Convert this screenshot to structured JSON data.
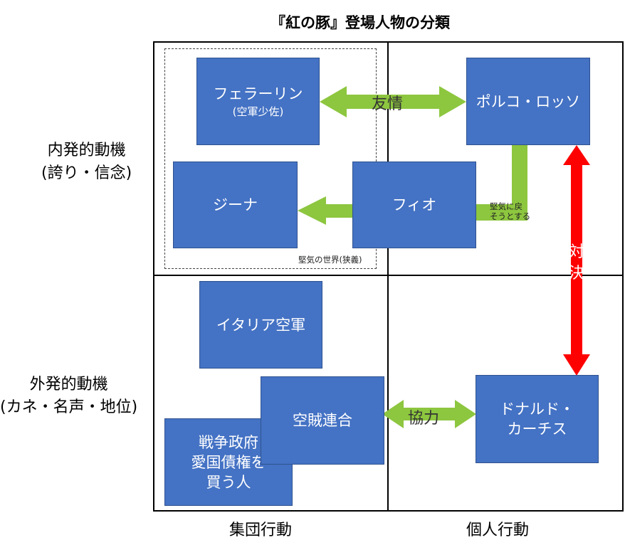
{
  "title": "『紅の豚』登場人物の分類",
  "rows": [
    {
      "line1": "内発的動機",
      "line2": "(誇り・信念)"
    },
    {
      "line1": "外発的動機",
      "line2": "(カネ・名声・地位)"
    }
  ],
  "columns": [
    "集団行動",
    "個人行動"
  ],
  "nodes": {
    "ferrarin": {
      "name": "フェラーリン",
      "sub": "(空軍少佐)"
    },
    "porco": {
      "name": "ポルコ・ロッソ"
    },
    "gina": {
      "name": "ジーナ"
    },
    "fio": {
      "name": "フィオ"
    },
    "italian_air_force": {
      "name": "イタリア空軍"
    },
    "pirates": {
      "name": "空賊連合"
    },
    "war_gov": {
      "line1": "戦争政府",
      "line2": "愛国債権を",
      "line3": "買う人"
    },
    "curtis": {
      "line1": "ドナルド・",
      "line2": "カーチス"
    }
  },
  "relations": {
    "friendship": "友情",
    "return_to_straight": {
      "line1": "堅気に戻",
      "line2": "そうとする"
    },
    "showdown": {
      "line1": "対",
      "line2": "決"
    },
    "cooperation": "協力"
  },
  "region_label": "堅気の世界(狭義)",
  "colors": {
    "box": "#4472c4",
    "green_arrow": "#8dc63f",
    "red_arrow": "#ff0000"
  }
}
